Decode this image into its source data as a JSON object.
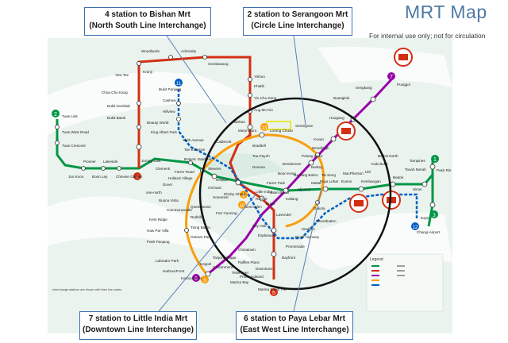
{
  "header": {
    "title": "MRT Map",
    "subtitle": "For internal use only; not for circulation"
  },
  "callouts": {
    "bishan": {
      "line1": "4 station to Bishan Mrt",
      "line2": "(North South Line Interchange)"
    },
    "serangoon": {
      "line1": "2 station to Serangoon Mrt",
      "line2": "(Circle Line Interchange)"
    },
    "little_india": {
      "line1": "7 station to Little India Mrt",
      "line2": "(Downtown Line Interchange)"
    },
    "paya_lebar": {
      "line1": "6 station to Paya Lebar Mrt",
      "line2": "(East West Line Interchange)"
    }
  },
  "lines": {
    "north_south": "#d42e12",
    "east_west": "#009645",
    "north_east": "#9900aa",
    "circle": "#fa9e0d",
    "downtown": "#005ec4"
  },
  "map_labels": {
    "woodlands": "Woodlands",
    "admiralty": "Admiralty",
    "sembawang": "Sembawang",
    "yew_tee": "Yew Tee",
    "kranji": "Kranji",
    "yishun": "Yishun",
    "khatib": "Khatib",
    "yio_chu_kang": "Yio Chu Kang",
    "ang_mo_kio": "Ang Mo Kio",
    "bishan": "Bishan",
    "choa_chu_kang": "Choa Chu Kang",
    "bukit_gombak": "Bukit Gombak",
    "bukit_batok": "Bukit Batok",
    "tuas_link": "Tuas Link",
    "tuas_west_road": "Tuas West Road",
    "tuas_crescent": "Tuas Crescent",
    "joo_koon": "Joo Koon",
    "pioneer": "Pioneer",
    "boon_lay": "Boon Lay",
    "lakeside": "Lakeside",
    "chinese_garden": "Chinese Garden",
    "jurong_east": "Jurong East",
    "clementi": "Clementi",
    "dover": "Dover",
    "buona_vista": "Buona Vista",
    "commonwealth": "Commonwealth",
    "queenstown": "Queenstown",
    "redhill": "Redhill",
    "tiong_bahru": "Tiong Bahru",
    "outram_park": "Outram Park",
    "harbourfront": "HarbourFront",
    "marina_bay": "Marina Bay",
    "marina_south_pier": "Marina South Pier",
    "bugis": "Bugis",
    "lavender": "Lavender",
    "kallang": "Kallang",
    "aljunied": "Aljunied",
    "paya_lebar": "Paya Lebar",
    "eunos": "Eunos",
    "kembangan": "Kembangan",
    "bedok": "Bedok",
    "tanah_merah": "Tanah Merah",
    "simei": "Simei",
    "tampines": "Tampines",
    "pasir_ris": "Pasir Ris",
    "expo": "Expo",
    "changi_airport": "Changi Airport",
    "serangoon": "Serangoon",
    "kovan": "Kovan",
    "hougang": "Hougang",
    "buangkok": "Buangkok",
    "sengkang": "Sengkang",
    "punggol": "Punggol",
    "potong_pasir": "Potong Pasir",
    "woodleigh": "Woodleigh",
    "boon_keng": "Boon Keng",
    "farrer_park": "Farrer Park",
    "little_india": "Little India",
    "dhoby_ghaut": "Dhoby Ghaut",
    "chinatown": "Chinatown",
    "city_hall": "City Hall",
    "raffles_place": "Raffles Place",
    "bukit_panjang": "Bukit Panjang",
    "cashew": "Cashew",
    "hillview": "Hillview",
    "beauty_world": "Beauty World",
    "king_albert_park": "King Albert Park",
    "sixth_avenue": "Sixth Avenue",
    "tan_kah_kee": "Tan Kah Kee",
    "botanic_gardens": "Botanic Gardens",
    "stevens": "Stevens",
    "newton": "Newton",
    "novena": "Novena",
    "toa_payoh": "Toa Payoh",
    "braddell": "Braddell",
    "lorong_chuan": "Lorong Chuan",
    "bartley": "Bartley",
    "tai_seng": "Tai Seng",
    "macpherson": "MacPherson",
    "ubi": "Ubi",
    "kaki_bukit": "Kaki Bukit",
    "bedok_north": "Bedok North",
    "dakota": "Dakota",
    "mountbatten": "Mountbatten",
    "stadium": "Stadium",
    "nicoll_highway": "Nicoll Highway",
    "promenade": "Promenade",
    "esplanade": "Esplanade",
    "bayfront": "Bayfront",
    "downtown": "Downtown",
    "telok_ayer": "Telok Ayer",
    "tanjong_pagar": "Tanjong Pagar",
    "labrador_park": "Labrador Park",
    "pasir_panjang": "Pasir Panjang",
    "haw_par_villa": "Haw Par Villa",
    "kent_ridge": "Kent Ridge",
    "one_north": "one-north",
    "holland_village": "Holland Village",
    "farrer_road": "Farrer Road",
    "caldecott": "Caldecott",
    "marymount": "Marymount",
    "orchard": "Orchard",
    "somerset": "Somerset",
    "bencoolen": "Bencoolen",
    "jalan_besar": "Jalan Besar",
    "bendemeer": "Bendemeer",
    "geylang_bahru": "Geylang Bahru",
    "mattar": "Mattar",
    "rochor": "Rochor",
    "fort_canning": "Fort Canning",
    "keppel": "Keppel",
    "cantonment": "Cantonment",
    "prince_edward": "Prince Edward",
    "harbourfront2": "Harbourfront",
    "sg_legend": "Legend",
    "footnote": "Interchange stations are shown with their line codes"
  },
  "line_badges": {
    "ew": "2",
    "ns": "1",
    "ne": "7",
    "cc": "6",
    "dt": "5",
    "badge_11": "11",
    "badge_13": "13",
    "badge_12": "12",
    "badge_4": "4",
    "badge_3": "3",
    "badge_8": "8",
    "badge_9": "9",
    "badge_10": "10"
  }
}
